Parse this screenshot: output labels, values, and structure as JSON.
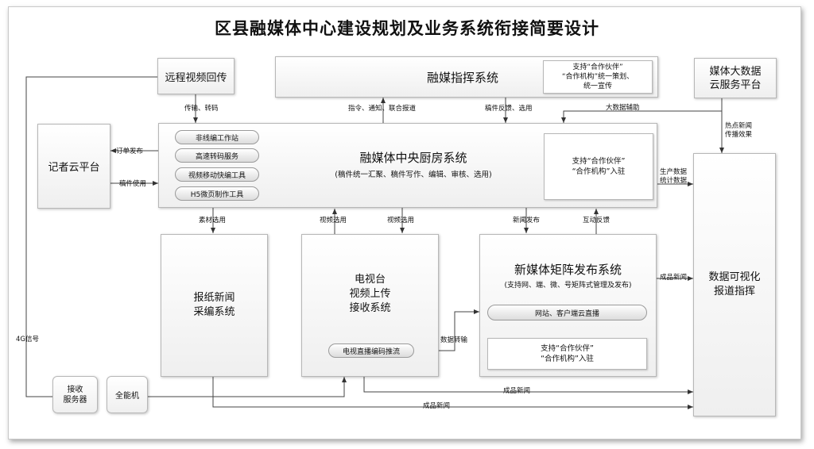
{
  "title": "区县融媒体中心建设规划及业务系统衔接简要设计",
  "boxes": {
    "remote_video": "远程视频回传",
    "command": "融媒指挥系统",
    "command_note": [
      "支持“合作伙伴”",
      "“合作机构”统一策划、",
      "统一宣传"
    ],
    "bigdata": [
      "媒体大数据",
      "云服务平台"
    ],
    "reporter": "记者云平台",
    "kitchen": "融媒体中央厨房系统",
    "kitchen_sub": "(稿件统一汇聚、稿件写作、编辑、审核、选用)",
    "kitchen_pills": [
      "非线编工作站",
      "高速转码服务",
      "视频移动快编工具",
      "H5微页制作工具"
    ],
    "kitchen_note": [
      "支持“合作伙伴”",
      "“合作机构”入驻"
    ],
    "newspaper": [
      "报纸新闻",
      "采编系统"
    ],
    "tv": [
      "电视台",
      "视频上传",
      "接收系统"
    ],
    "tv_pill": "电视直播编码推流",
    "newmedia": "新媒体矩阵发布系统",
    "newmedia_sub": "(支持网、端、微、号矩阵式管理及发布)",
    "newmedia_pill": "网站、客户端云直播",
    "newmedia_note": [
      "支持“合作伙伴”",
      "“合作机构”入驻"
    ],
    "dataviz": [
      "数据可视化",
      "报道指挥"
    ],
    "receiver": [
      "接收",
      "服务器"
    ],
    "allinone": "全能机"
  },
  "labels": {
    "transcode": "传输、转码",
    "instructions": "指令、通知、联合报道",
    "feedback": "稿件反馈、选用",
    "bigdata_assist": "大数据辅助",
    "hot_news": [
      "热点新闻",
      "传播效果"
    ],
    "order": "订单发布",
    "manuscript_use": "稿件使用",
    "production_data": [
      "生产数据",
      "统计数据"
    ],
    "material_select": "素材选用",
    "video_select_1": "视频选用",
    "video_select_2": "视频选用",
    "news_publish": "新闻发布",
    "interaction": "互动反馈",
    "finished_news_1": "成品新闻",
    "data_transfer": "数据转输",
    "signal_4g": "4G信号",
    "finished_news_2": "成品新闻",
    "finished_news_3": "成品新闻"
  }
}
